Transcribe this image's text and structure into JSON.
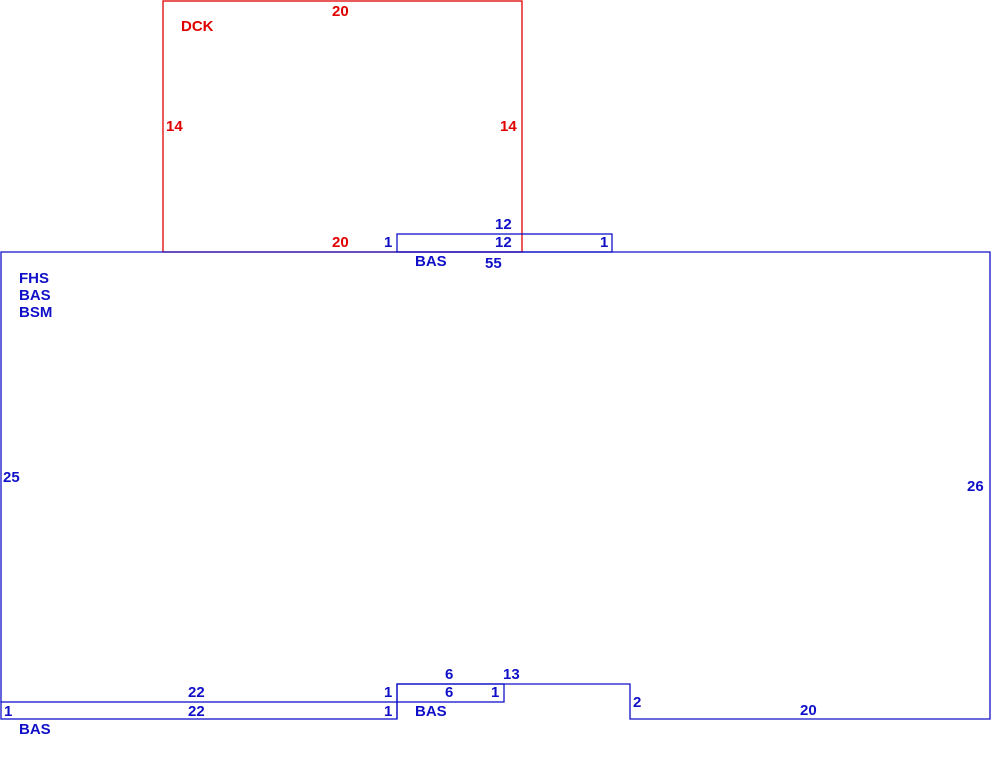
{
  "colors": {
    "deck": "#e00000",
    "house": "#1010c8",
    "background": "#ffffff"
  },
  "deck": {
    "label": "DCK",
    "top": "20",
    "left": "14",
    "right": "14",
    "bottom": "20"
  },
  "main": {
    "labels": [
      "FHS",
      "BAS",
      "BSM"
    ],
    "left": "25",
    "right": "26",
    "top": "55",
    "bottom_right": "20",
    "notch_side": "2",
    "notch_top": "13"
  },
  "top_bump": {
    "label": "BAS",
    "top": "12",
    "bottom": "12",
    "left": "1",
    "right": "1"
  },
  "bottom_strip": {
    "label": "BAS",
    "top": "22",
    "bottom": "22",
    "left": "1",
    "right_top": "1",
    "right_bottom": "1"
  },
  "bottom_bump": {
    "label": "BAS",
    "top": "6",
    "bottom": "6",
    "right": "1"
  }
}
